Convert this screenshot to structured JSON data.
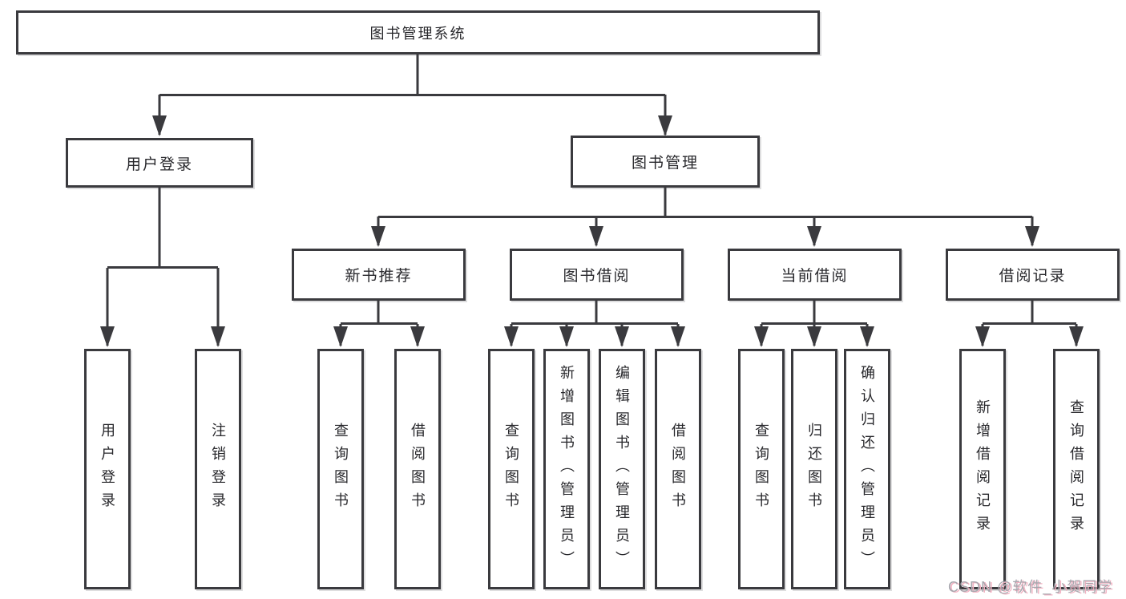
{
  "diagram": {
    "root": {
      "label": "图书管理系统"
    },
    "branches": [
      {
        "label": "用户登录",
        "children": [
          {
            "label": "用户登录"
          },
          {
            "label": "注销登录"
          }
        ]
      },
      {
        "label": "图书管理",
        "children": [
          {
            "label": "新书推荐",
            "children": [
              {
                "label": "查询图书"
              },
              {
                "label": "借阅图书"
              }
            ]
          },
          {
            "label": "图书借阅",
            "children": [
              {
                "label": "查询图书"
              },
              {
                "label": "新增图书（管理员）"
              },
              {
                "label": "编辑图书（管理员）"
              },
              {
                "label": "借阅图书"
              }
            ]
          },
          {
            "label": "当前借阅",
            "children": [
              {
                "label": "查询图书"
              },
              {
                "label": "归还图书"
              },
              {
                "label": "确认归还（管理员）"
              }
            ]
          },
          {
            "label": "借阅记录",
            "children": [
              {
                "label": "新增借阅记录"
              },
              {
                "label": "查询借阅记录"
              }
            ]
          }
        ]
      }
    ]
  },
  "watermark": {
    "text": "CSDN @软件_小贺同学"
  },
  "colors": {
    "line": "#3a3a3e",
    "text": "#28282c",
    "background": "#ffffff",
    "watermark": "#a7a7ae",
    "watermark_accent": "#f2b1c1"
  }
}
